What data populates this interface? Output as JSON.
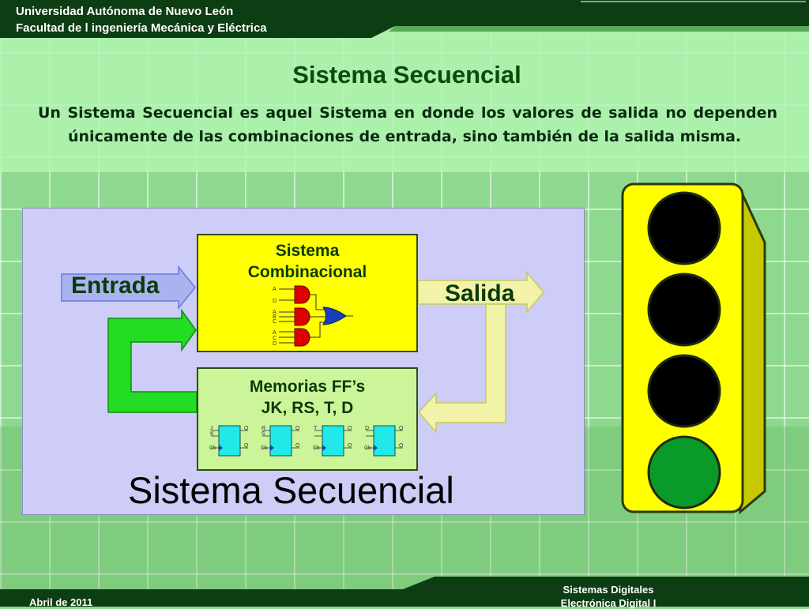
{
  "header": {
    "line1": "Universidad Autónoma de Nuevo León",
    "line2": "Facultad de l ingeniería Mecánica y Eléctrica"
  },
  "slide": {
    "title": "Sistema Secuencial",
    "definition": "Un Sistema Secuencial es aquel Sistema en donde los valores de salida no dependen únicamente de las combinaciones de entrada, sino también de la salida misma."
  },
  "diagram": {
    "combinational_title_line1": "Sistema",
    "combinational_title_line2": "Combinacional",
    "memory_title_line1": "Memorias FF’s",
    "memory_title_line2": "JK, RS, T, D",
    "input_label": "Entrada",
    "output_label": "Salida",
    "caption": "Sistema Secuencial",
    "gate_inputs": {
      "gate1": [
        "A",
        "D"
      ],
      "gate2": [
        "A",
        "B",
        "C"
      ],
      "gate3": [
        "A",
        "C",
        "D"
      ]
    },
    "flipflops": [
      {
        "in1": "J",
        "in2": "K",
        "clk": "Ck",
        "out": "Q",
        "outn": "Q"
      },
      {
        "in1": "R",
        "in2": "S",
        "clk": "Ck",
        "out": "Q",
        "outn": "Q"
      },
      {
        "in1": "T",
        "in2": "",
        "clk": "Ck",
        "out": "Q",
        "outn": "Q"
      },
      {
        "in1": "D",
        "in2": "",
        "clk": "Ck",
        "out": "Q",
        "outn": "Q"
      }
    ]
  },
  "traffic_light": {
    "lights": [
      "off",
      "off",
      "off",
      "green"
    ]
  },
  "footer": {
    "date": "Abril de 2011",
    "course_line1": "Sistemas Digitales",
    "course_line2": "Electrónica Digital I"
  },
  "colors": {
    "header_green": "#0d3d12",
    "panel_lavender": "#cdcdf7",
    "comb_yellow": "#ffff00",
    "memory_lightgreen": "#ccf59a",
    "arrow_blue": "#aab3ef",
    "arrow_green": "#22dd22",
    "arrow_pale": "#f2f2a8",
    "light_green": "#0a9a2a",
    "light_off": "#000000"
  }
}
